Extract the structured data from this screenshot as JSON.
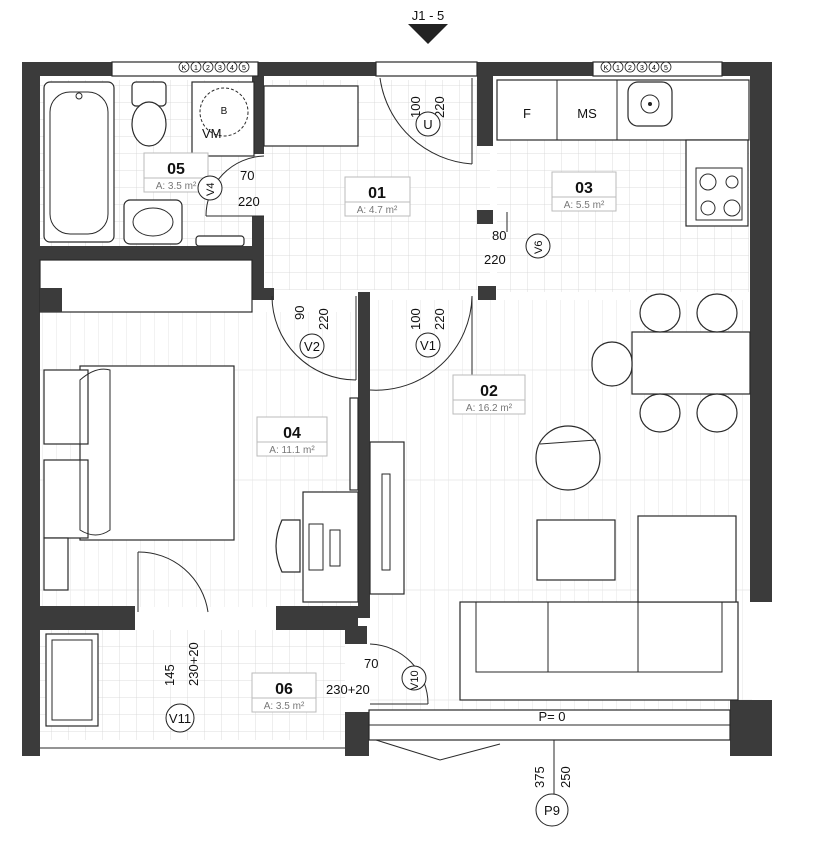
{
  "header": {
    "top_marker": "J1 - 5"
  },
  "windows": [
    {
      "id": "w1",
      "marks": [
        "K",
        "1",
        "2",
        "3",
        "4",
        "5"
      ]
    },
    {
      "id": "w2",
      "marks": [
        "K",
        "1",
        "2",
        "3",
        "4",
        "5"
      ]
    }
  ],
  "rooms": [
    {
      "id": "r01",
      "number": "01",
      "area": "A: 4.7 m²"
    },
    {
      "id": "r02",
      "number": "02",
      "area": "A: 16.2 m²"
    },
    {
      "id": "r03",
      "number": "03",
      "area": "A: 5.5 m²"
    },
    {
      "id": "r04",
      "number": "04",
      "area": "A: 11.1 m²"
    },
    {
      "id": "r05",
      "number": "05",
      "area": "A: 3.5 m²"
    },
    {
      "id": "r06",
      "number": "06",
      "area": "A: 3.5 m²"
    }
  ],
  "doors": [
    {
      "id": "U",
      "label": "U",
      "w": "100",
      "h": "220"
    },
    {
      "id": "V1",
      "label": "V1",
      "w": "100",
      "h": "220"
    },
    {
      "id": "V2",
      "label": "V2",
      "w": "90",
      "h": "220"
    },
    {
      "id": "V4",
      "label": "V4",
      "w": "70",
      "h": "220"
    },
    {
      "id": "V6",
      "label": "V6",
      "w": "80",
      "h": "220"
    },
    {
      "id": "V10",
      "label": "V10",
      "w": "70",
      "h": "230+20"
    },
    {
      "id": "V11",
      "label": "V11",
      "w": "145",
      "h": "230+20"
    },
    {
      "id": "P9",
      "label": "P9",
      "w": "375",
      "h": "250"
    }
  ],
  "fixtures": {
    "vm": "VM",
    "boiler": "B",
    "fridge": "F",
    "dishwasher": "MS"
  },
  "level": "P= 0"
}
